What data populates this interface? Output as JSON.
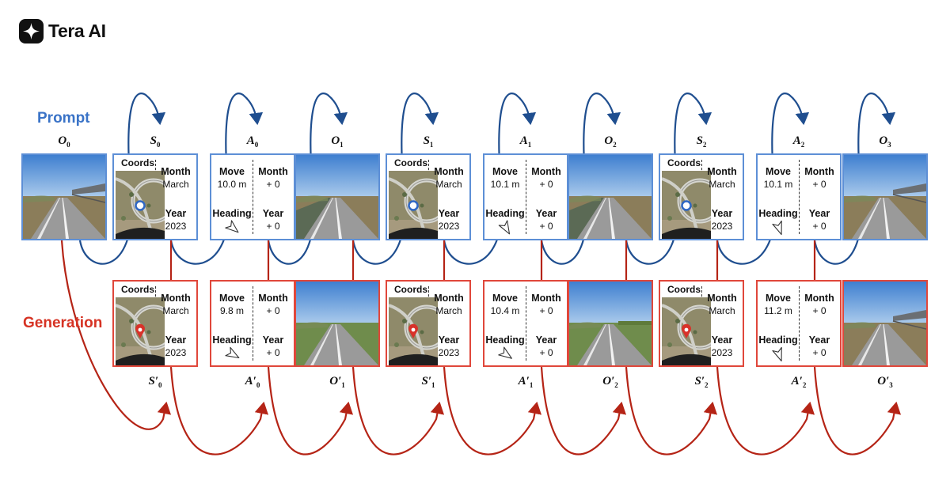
{
  "brand": {
    "name": "Tera AI"
  },
  "rows": {
    "prompt_label": "Prompt",
    "generation_label": "Generation"
  },
  "colors": {
    "prompt": "#3a73c7",
    "prompt_arrow": "#1f4e8f",
    "generation": "#d63324",
    "generation_arrow": "#b52416"
  },
  "prompt": {
    "labels": [
      {
        "sym": "O",
        "sub": "0",
        "prime": false
      },
      {
        "sym": "S",
        "sub": "0",
        "prime": false
      },
      {
        "sym": "A",
        "sub": "0",
        "prime": false
      },
      {
        "sym": "O",
        "sub": "1",
        "prime": false
      },
      {
        "sym": "S",
        "sub": "1",
        "prime": false
      },
      {
        "sym": "A",
        "sub": "1",
        "prime": false
      },
      {
        "sym": "O",
        "sub": "2",
        "prime": false
      },
      {
        "sym": "S",
        "sub": "2",
        "prime": false
      },
      {
        "sym": "A",
        "sub": "2",
        "prime": false
      },
      {
        "sym": "O",
        "sub": "3",
        "prime": false
      }
    ],
    "tiles": [
      {
        "kind": "photo",
        "scene": "highway-rail"
      },
      {
        "kind": "state",
        "coords_label": "Coords",
        "month_label": "Month",
        "month": "March",
        "year_label": "Year",
        "year": "2023"
      },
      {
        "kind": "action",
        "move_label": "Move",
        "move": "10.0 m",
        "heading_label": "Heading",
        "month_label": "Month",
        "month_delta": "+ 0",
        "year_label": "Year",
        "year_delta": "+ 0",
        "heading_deg": 220
      },
      {
        "kind": "photo",
        "scene": "highway-ditch"
      },
      {
        "kind": "state",
        "coords_label": "Coords",
        "month_label": "Month",
        "month": "March",
        "year_label": "Year",
        "year": "2023"
      },
      {
        "kind": "action",
        "move_label": "Move",
        "move": "10.1 m",
        "heading_label": "Heading",
        "month_label": "Month",
        "month_delta": "+ 0",
        "year_label": "Year",
        "year_delta": "+ 0",
        "heading_deg": 240
      },
      {
        "kind": "photo",
        "scene": "highway-ditch"
      },
      {
        "kind": "state",
        "coords_label": "Coords",
        "month_label": "Month",
        "month": "March",
        "year_label": "Year",
        "year": "2023"
      },
      {
        "kind": "action",
        "move_label": "Move",
        "move": "10.1 m",
        "heading_label": "Heading",
        "month_label": "Month",
        "month_delta": "+ 0",
        "year_label": "Year",
        "year_delta": "+ 0",
        "heading_deg": 250
      },
      {
        "kind": "photo",
        "scene": "highway-bridge"
      }
    ]
  },
  "generation": {
    "labels": [
      {
        "sym": "S",
        "sub": "0",
        "prime": true
      },
      {
        "sym": "A",
        "sub": "0",
        "prime": true
      },
      {
        "sym": "O",
        "sub": "1",
        "prime": true
      },
      {
        "sym": "S",
        "sub": "1",
        "prime": true
      },
      {
        "sym": "A",
        "sub": "1",
        "prime": true
      },
      {
        "sym": "O",
        "sub": "2",
        "prime": true
      },
      {
        "sym": "S",
        "sub": "2",
        "prime": true
      },
      {
        "sym": "A",
        "sub": "2",
        "prime": true
      },
      {
        "sym": "O",
        "sub": "3",
        "prime": true
      }
    ],
    "tiles": [
      {
        "kind": "state",
        "coords_label": "Coords",
        "month_label": "Month",
        "month": "March",
        "year_label": "Year",
        "year": "2023"
      },
      {
        "kind": "action",
        "move_label": "Move",
        "move": "9.8 m",
        "heading_label": "Heading",
        "month_label": "Month",
        "month_delta": "+ 0",
        "year_label": "Year",
        "year_delta": "+ 0",
        "heading_deg": 210
      },
      {
        "kind": "photo",
        "scene": "highway-green"
      },
      {
        "kind": "state",
        "coords_label": "Coords",
        "month_label": "Month",
        "month": "March",
        "year_label": "Year",
        "year": "2023"
      },
      {
        "kind": "action",
        "move_label": "Move",
        "move": "10.4 m",
        "heading_label": "Heading",
        "month_label": "Month",
        "month_delta": "+ 0",
        "year_label": "Year",
        "year_delta": "+ 0",
        "heading_deg": 215
      },
      {
        "kind": "photo",
        "scene": "highway-field"
      },
      {
        "kind": "state",
        "coords_label": "Coords",
        "month_label": "Month",
        "month": "March",
        "year_label": "Year",
        "year": "2023"
      },
      {
        "kind": "action",
        "move_label": "Move",
        "move": "11.2 m",
        "heading_label": "Heading",
        "month_label": "Month",
        "month_delta": "+ 0",
        "year_label": "Year",
        "year_delta": "+ 0",
        "heading_deg": 250
      },
      {
        "kind": "photo",
        "scene": "highway-bridge"
      }
    ]
  }
}
